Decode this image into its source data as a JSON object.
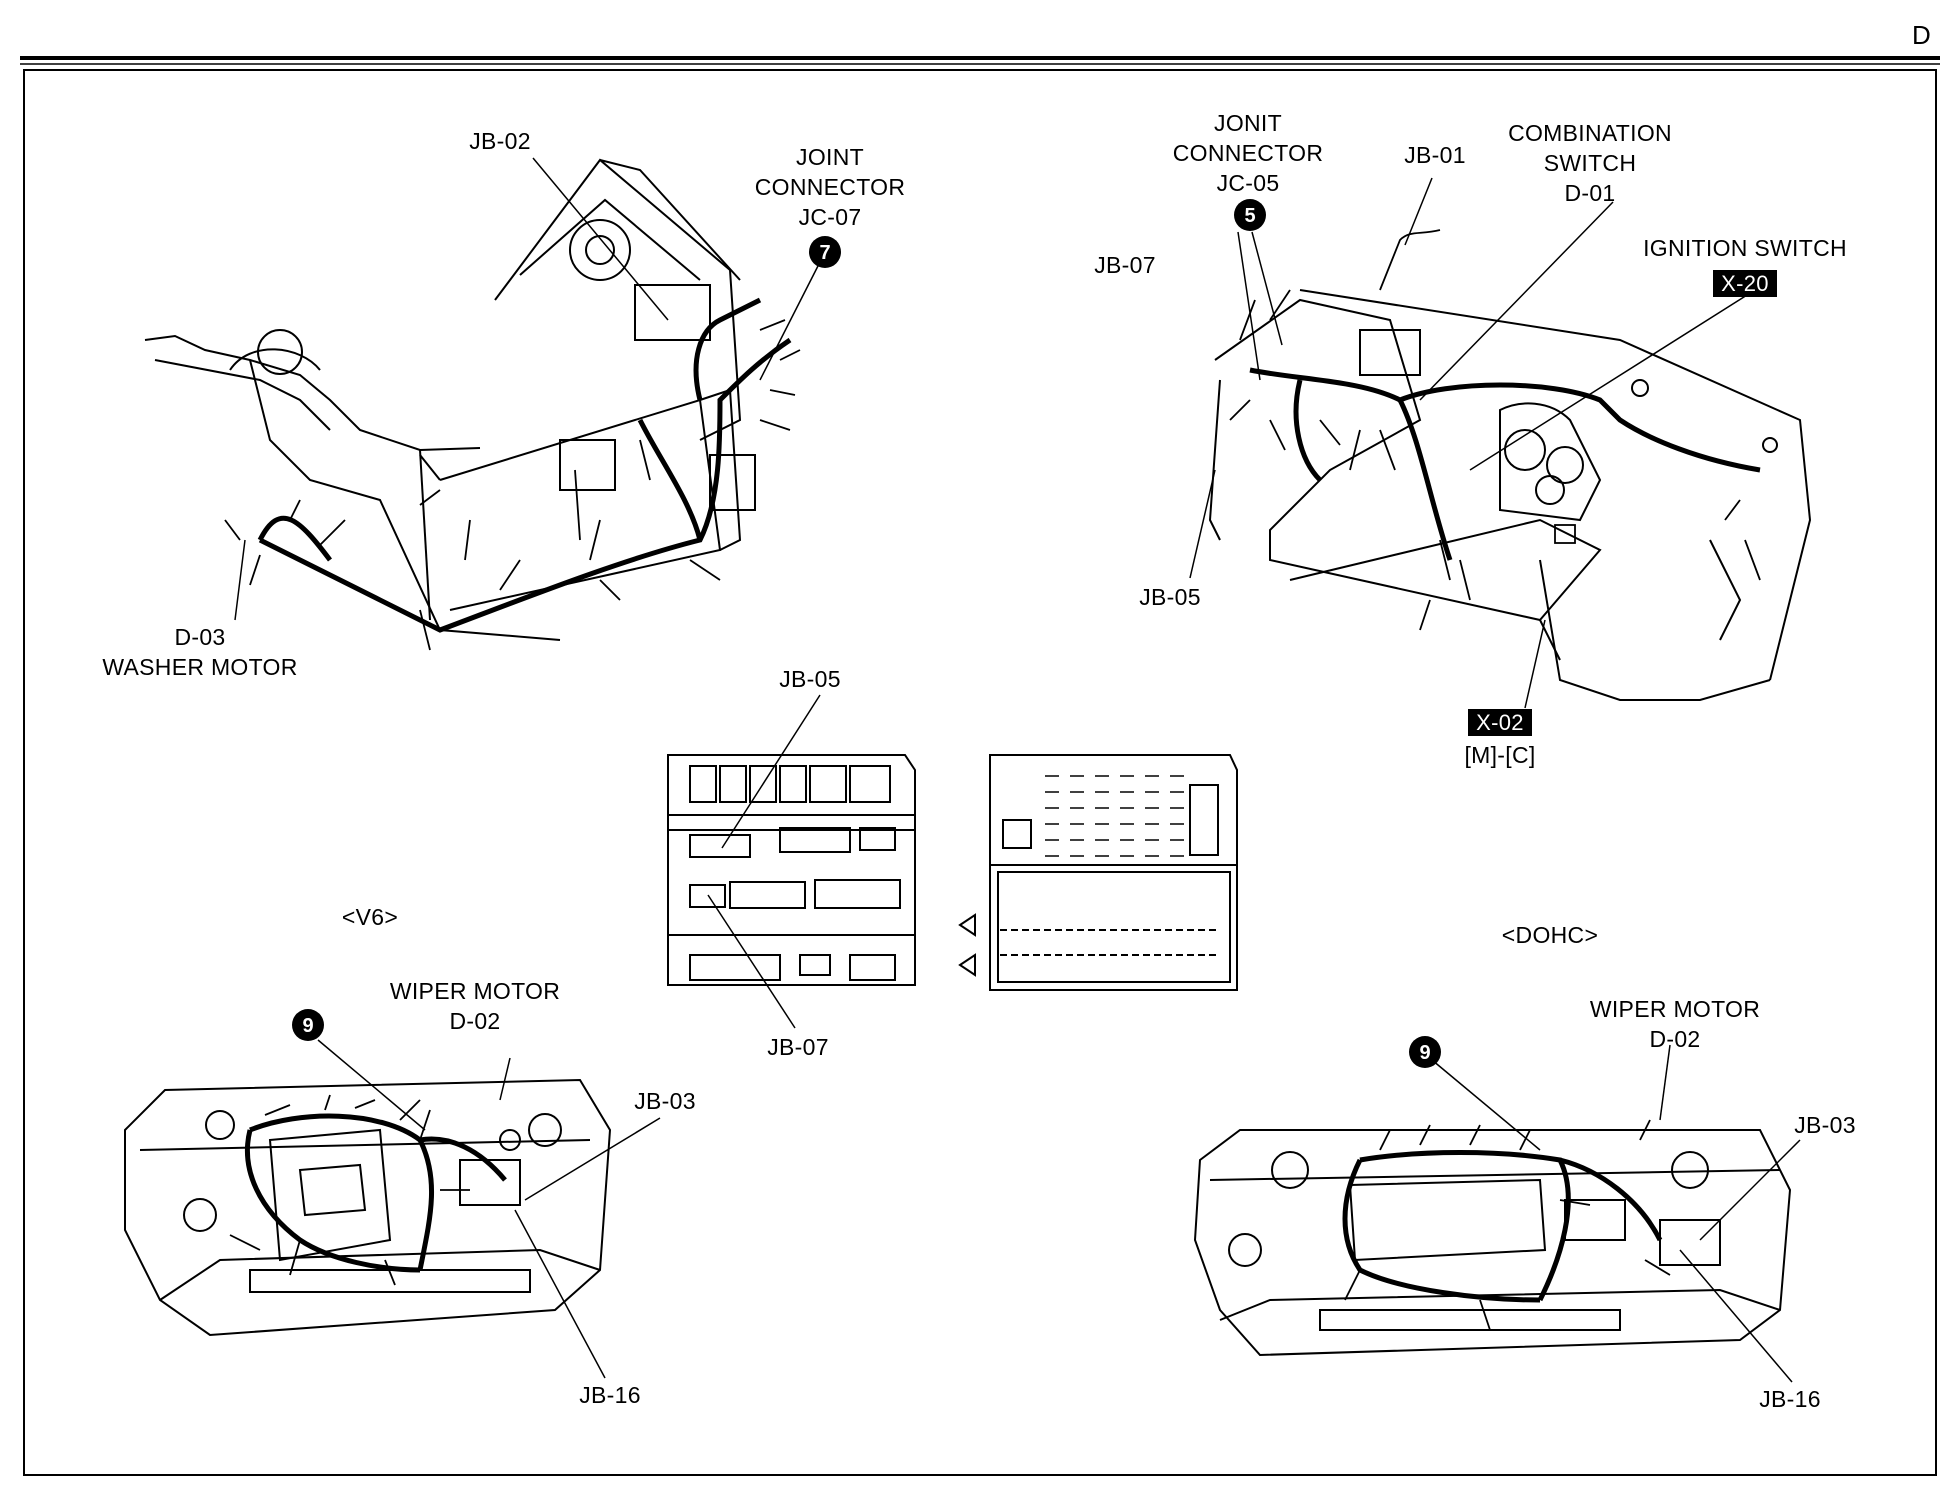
{
  "section_letter": "D",
  "top_left": {
    "jb02": "JB-02",
    "joint_connector": [
      "JOINT",
      "CONNECTOR",
      "JC-07"
    ],
    "badge": "7",
    "washer_motor": [
      "D-03",
      "WASHER MOTOR"
    ]
  },
  "top_right": {
    "jonit_connector": [
      "JONIT",
      "CONNECTOR",
      "JC-05"
    ],
    "badge": "5",
    "jb01": "JB-01",
    "combination_switch": [
      "COMBINATION",
      "SWITCH",
      "D-01"
    ],
    "ignition_switch": "IGNITION SWITCH",
    "ignition_code": "X-20",
    "jb07": "JB-07",
    "jb05": "JB-05",
    "x02_code": "X-02",
    "x02_variant": "[M]-[C]"
  },
  "center": {
    "jb05": "JB-05",
    "jb07": "JB-07"
  },
  "bottom_left": {
    "variant": "<V6>",
    "badge": "9",
    "wiper_motor": [
      "WIPER MOTOR",
      "D-02"
    ],
    "jb03": "JB-03",
    "jb16": "JB-16"
  },
  "bottom_right": {
    "variant": "<DOHC>",
    "badge": "9",
    "wiper_motor": [
      "WIPER MOTOR",
      "D-02"
    ],
    "jb03": "JB-03",
    "jb16": "JB-16"
  }
}
